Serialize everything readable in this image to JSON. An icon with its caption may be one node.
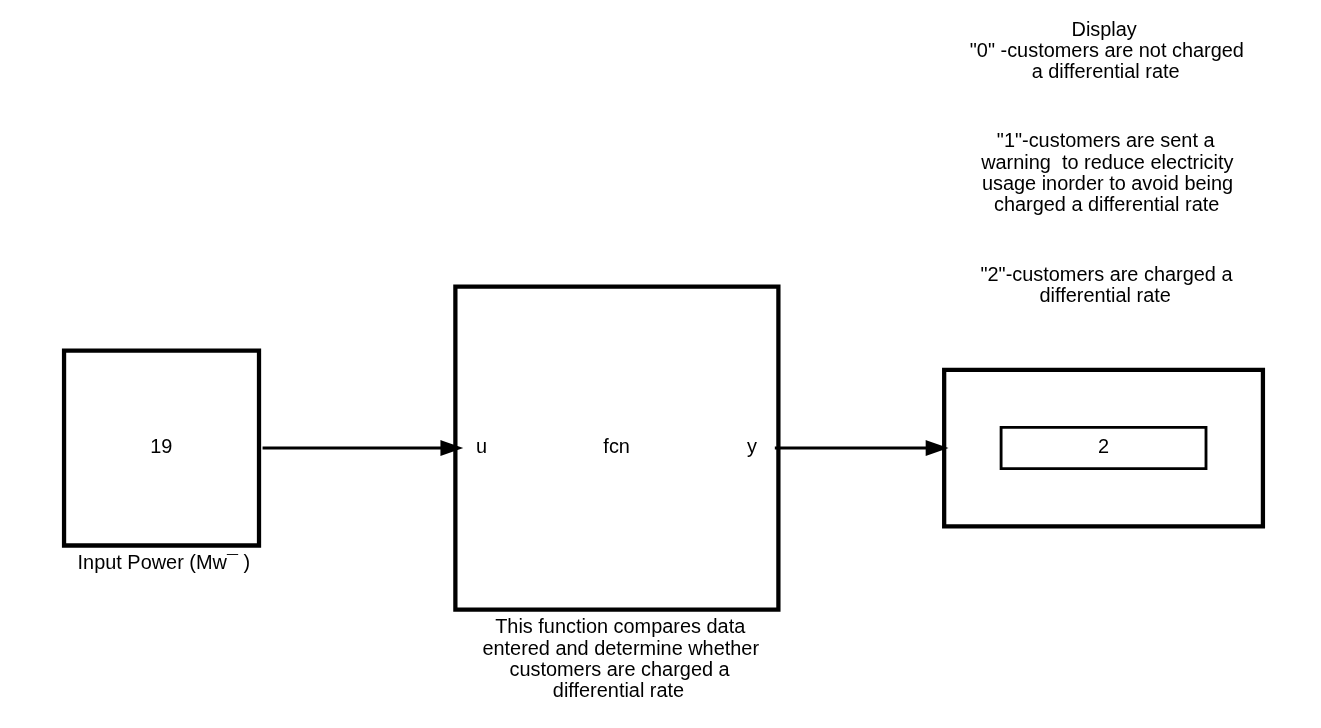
{
  "diagram": {
    "nodes": [
      {
        "text": [
          "19"
        ],
        "beside": [
          "Input Power (Mw¯ )"
        ]
      },
      {
        "text": [
          "u",
          "fcn",
          "y"
        ],
        "beside": [
          "This function compares data entered and determine whether customers are charged a differential rate"
        ]
      },
      {
        "text": [],
        "shape": "box",
        "beside": [
          "Display",
          "\"0\" -customers are not charged a differential rate",
          "\"1\"-customers are sent a warning  to reduce electricity usage inorder to avoid being charged a differential rate",
          "\"2\"-customers are charged a differential rate"
        ]
      },
      {
        "text": [
          "2"
        ],
        "in": 2
      }
    ],
    "edges": [
      {
        "from": 0,
        "to": 1,
        "arrow": "to"
      },
      {
        "from": 1,
        "to": 2,
        "arrow": "to"
      }
    ]
  }
}
